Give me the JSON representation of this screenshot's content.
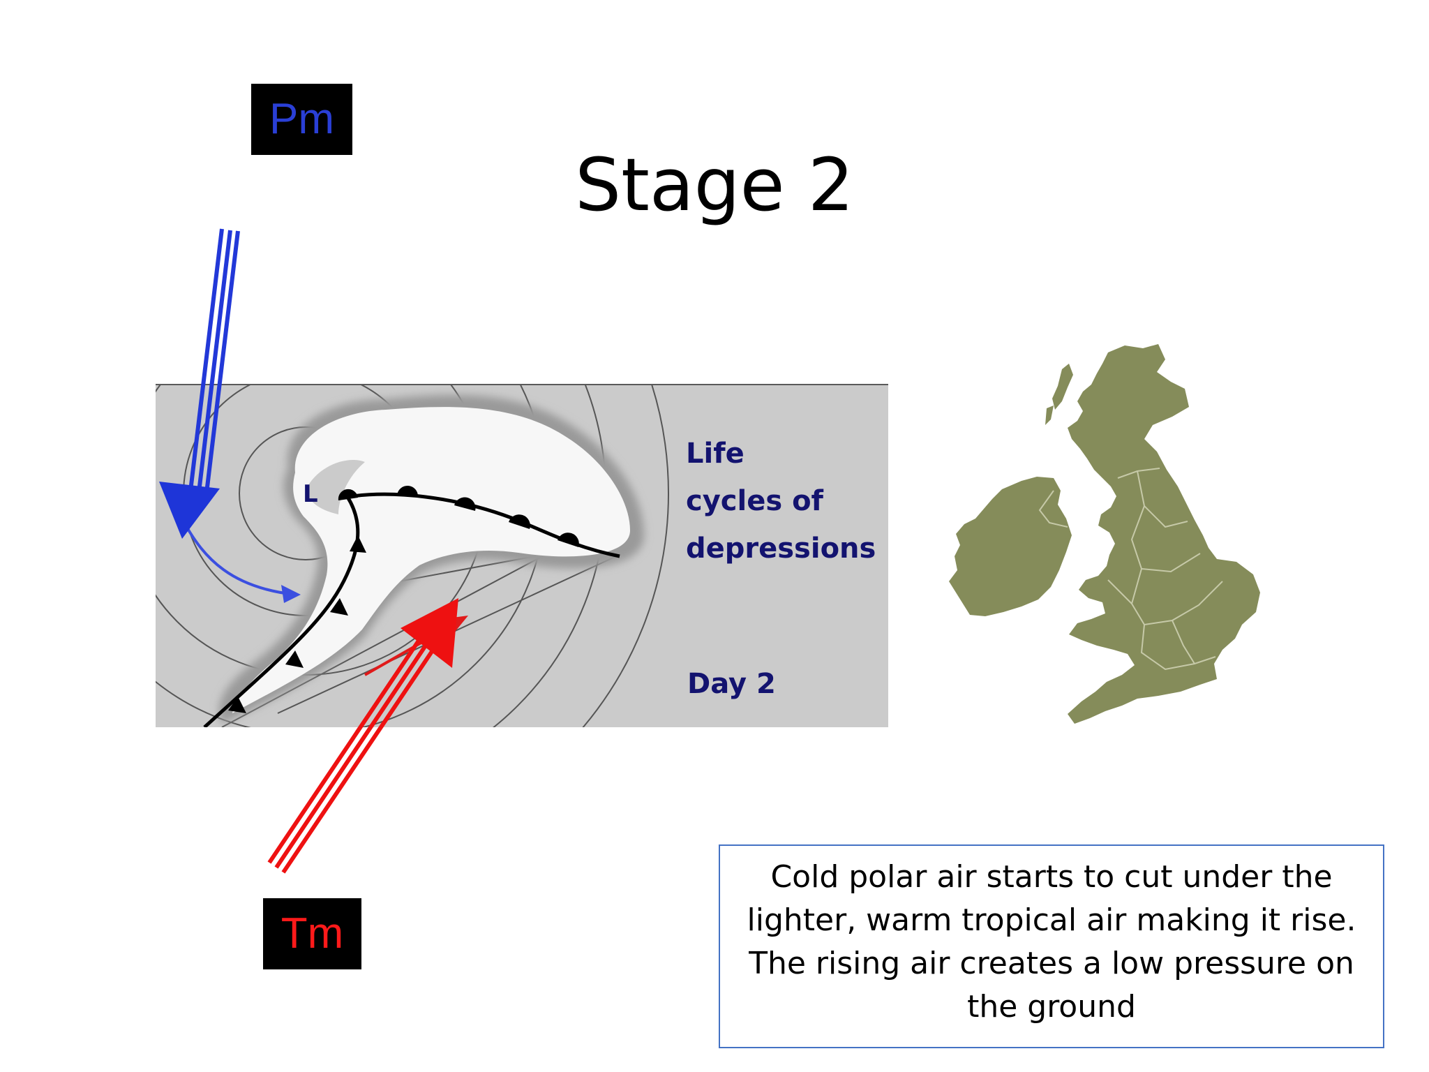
{
  "slide": {
    "title": "Stage 2"
  },
  "air_masses": {
    "pm": {
      "label": "Pm",
      "color": "#2a3fd6"
    },
    "tm": {
      "label": "Tm",
      "color": "#ff1a1a"
    }
  },
  "diagram": {
    "heading_lines": [
      "Life",
      "cycles of",
      "depressions"
    ],
    "day_label": "Day 2",
    "low_label": "L"
  },
  "caption": {
    "text": "Cold polar air starts to cut under the lighter, warm tropical air making it rise. The rising air creates a  low pressure on the ground"
  },
  "colors": {
    "map_fill": "#858c5a",
    "panel_background": "#cbcbcb",
    "caption_border": "#4472c4"
  }
}
